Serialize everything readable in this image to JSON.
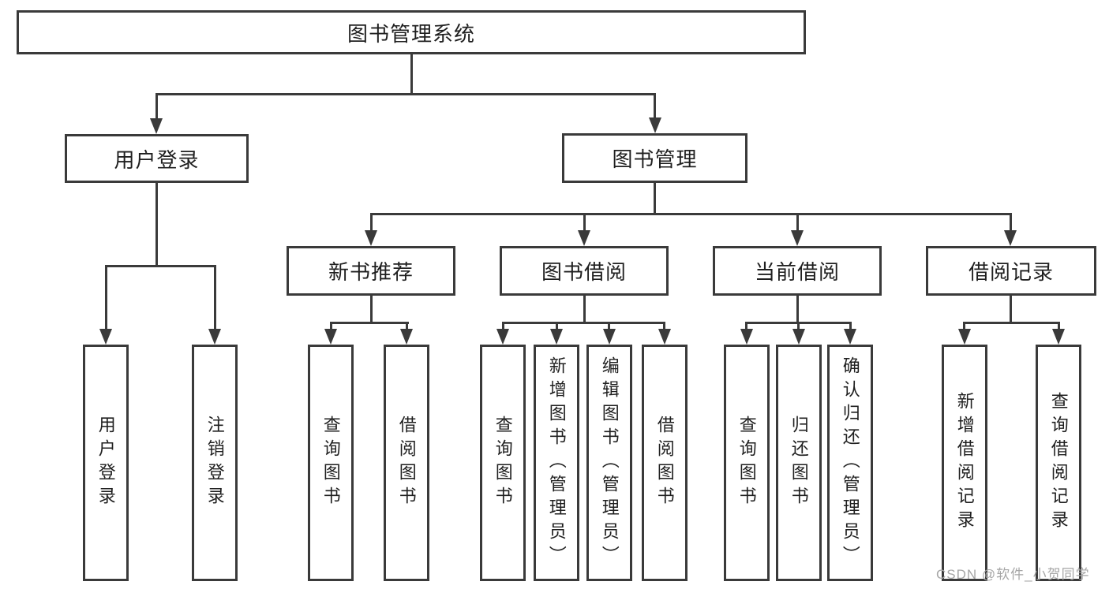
{
  "tree": {
    "root": "图书管理系统",
    "user_login": {
      "label": "用户登录",
      "children": {
        "login": "用户登录",
        "logout": "注销登录"
      }
    },
    "book_mgmt": {
      "label": "图书管理",
      "sections": {
        "new_book_rec": {
          "label": "新书推荐",
          "children": {
            "query_book": "查询图书",
            "borrow_book": "借阅图书"
          }
        },
        "book_borrow": {
          "label": "图书借阅",
          "children": {
            "query_book": "查询图书",
            "add_book": "新增图书（管理员）",
            "edit_book": "编辑图书（管理员）",
            "borrow_book": "借阅图书"
          }
        },
        "current_borrow": {
          "label": "当前借阅",
          "children": {
            "query_book": "查询图书",
            "return_book": "归还图书",
            "confirm_return": "确认归还（管理员）"
          }
        },
        "borrow_records": {
          "label": "借阅记录",
          "children": {
            "add_record": "新增借阅记录",
            "query_record": "查询借阅记录"
          }
        }
      }
    }
  },
  "watermark": "CSDN @软件_小贺同学",
  "colors": {
    "line": "#3a3a3a",
    "box_border": "#3a3a3a",
    "text": "#1f1f1f",
    "watermark": "#a6a6a6",
    "background": "#ffffff"
  }
}
